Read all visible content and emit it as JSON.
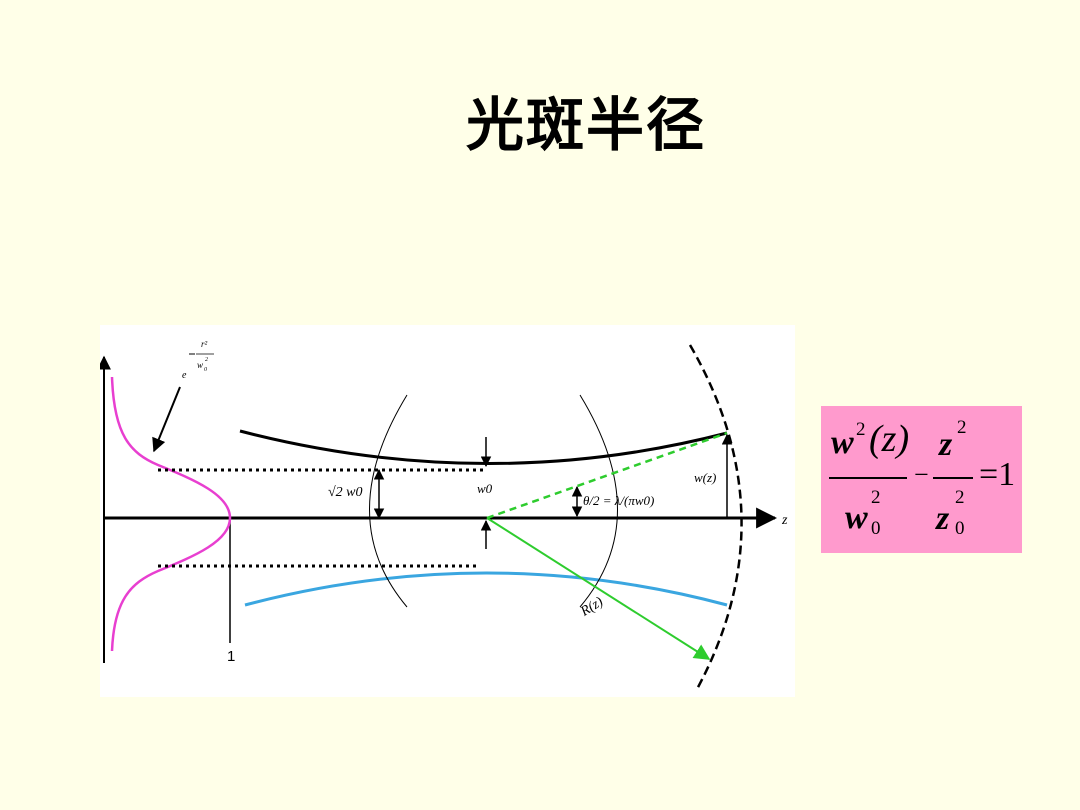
{
  "slide": {
    "title": "光斑半径"
  },
  "diagram": {
    "intensity_label": {
      "base": "e",
      "exp_numerator": "r²",
      "exp_denominator": "w",
      "exp_den_sub": "0",
      "exp_den_sup": "2"
    },
    "labels": {
      "sqrt2_w0": "√2 w0",
      "w0": "w0",
      "half_angle": "θ/2 = λ/(πw0)",
      "w_of_z": "w(z)",
      "R_of_z": "R(z)",
      "z_axis": "z",
      "unit_one": "1"
    },
    "colors": {
      "gaussian_profile": "#e83fd0",
      "upper_beam_edge": "#000000",
      "lower_beam_edge": "#3aa6e0",
      "divergence_line": "#2ecc2e",
      "radius_arrow": "#2ecc2e",
      "formula_background": "#ff9acd"
    }
  },
  "formula": {
    "term1_num_var": "w",
    "term1_num_sup": "2",
    "term1_num_paren": "(z)",
    "term1_den_var": "w",
    "term1_den_sub": "0",
    "term1_den_sup": "2",
    "minus": "−",
    "term2_num_var": "z",
    "term2_num_sup": "2",
    "term2_den_var": "z",
    "term2_den_sub": "0",
    "term2_den_sup": "2",
    "equals": "=1"
  }
}
